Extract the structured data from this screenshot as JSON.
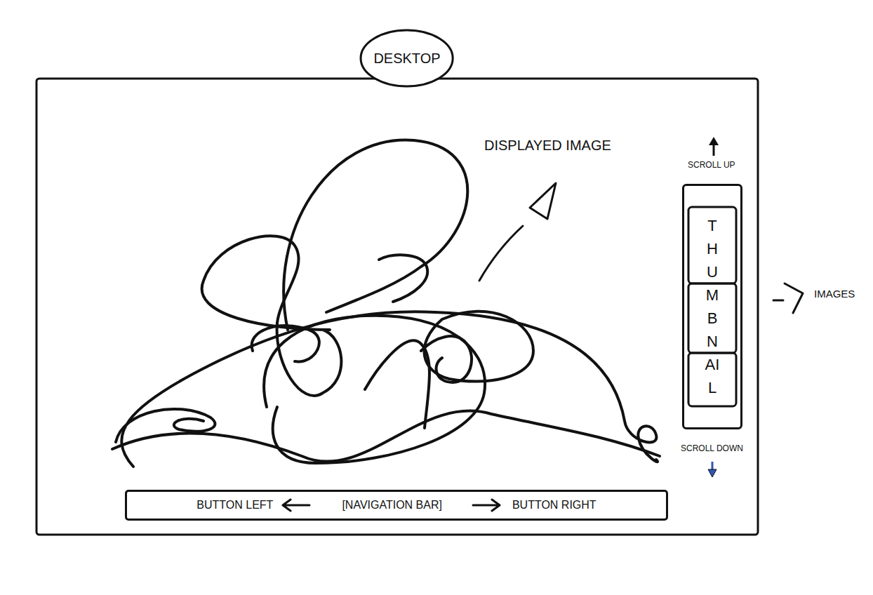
{
  "diagram": {
    "nodes": [
      {
        "text": [
          "DESKTOP"
        ]
      },
      {
        "text": [
          "THUMBNAIL"
        ]
      },
      {
        "text": [
          "BUTTON LEFT",
          "[NAVIGATION BAR]",
          "BUTTON RIGHT"
        ]
      }
    ],
    "labels": [
      "DISPLAYED IMAGE",
      "SCROLL UP",
      "IMAGES",
      "SCROLL DOWN"
    ]
  }
}
